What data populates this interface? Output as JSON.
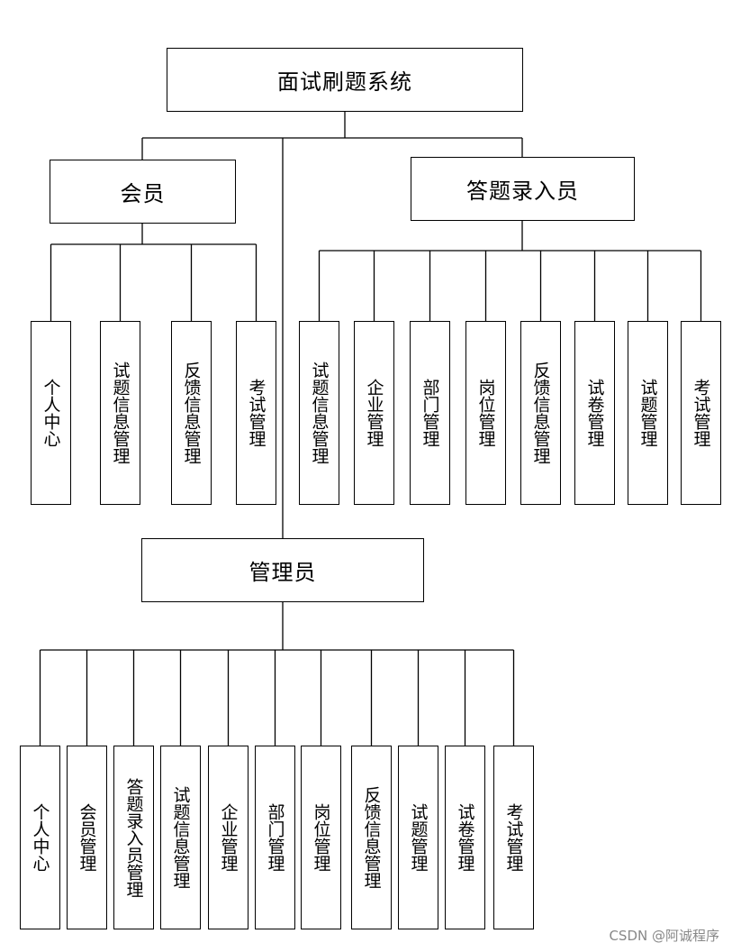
{
  "root": "面试刷题系统",
  "roles": {
    "member": {
      "label": "会员",
      "items": [
        "个人中心",
        "试题信息管理",
        "反馈信息管理",
        "考试管理"
      ]
    },
    "entry": {
      "label": "答题录入员",
      "items": [
        "试题信息管理",
        "企业管理",
        "部门管理",
        "岗位管理",
        "反馈信息管理",
        "试卷管理",
        "试题管理",
        "考试管理"
      ]
    },
    "admin": {
      "label": "管理员",
      "items": [
        "个人中心",
        "会员管理",
        "答题录入员管理",
        "试题信息管理",
        "企业管理",
        "部门管理",
        "岗位管理",
        "反馈信息管理",
        "试题管理",
        "试卷管理",
        "考试管理"
      ]
    }
  },
  "watermark": "CSDN @阿诚程序"
}
